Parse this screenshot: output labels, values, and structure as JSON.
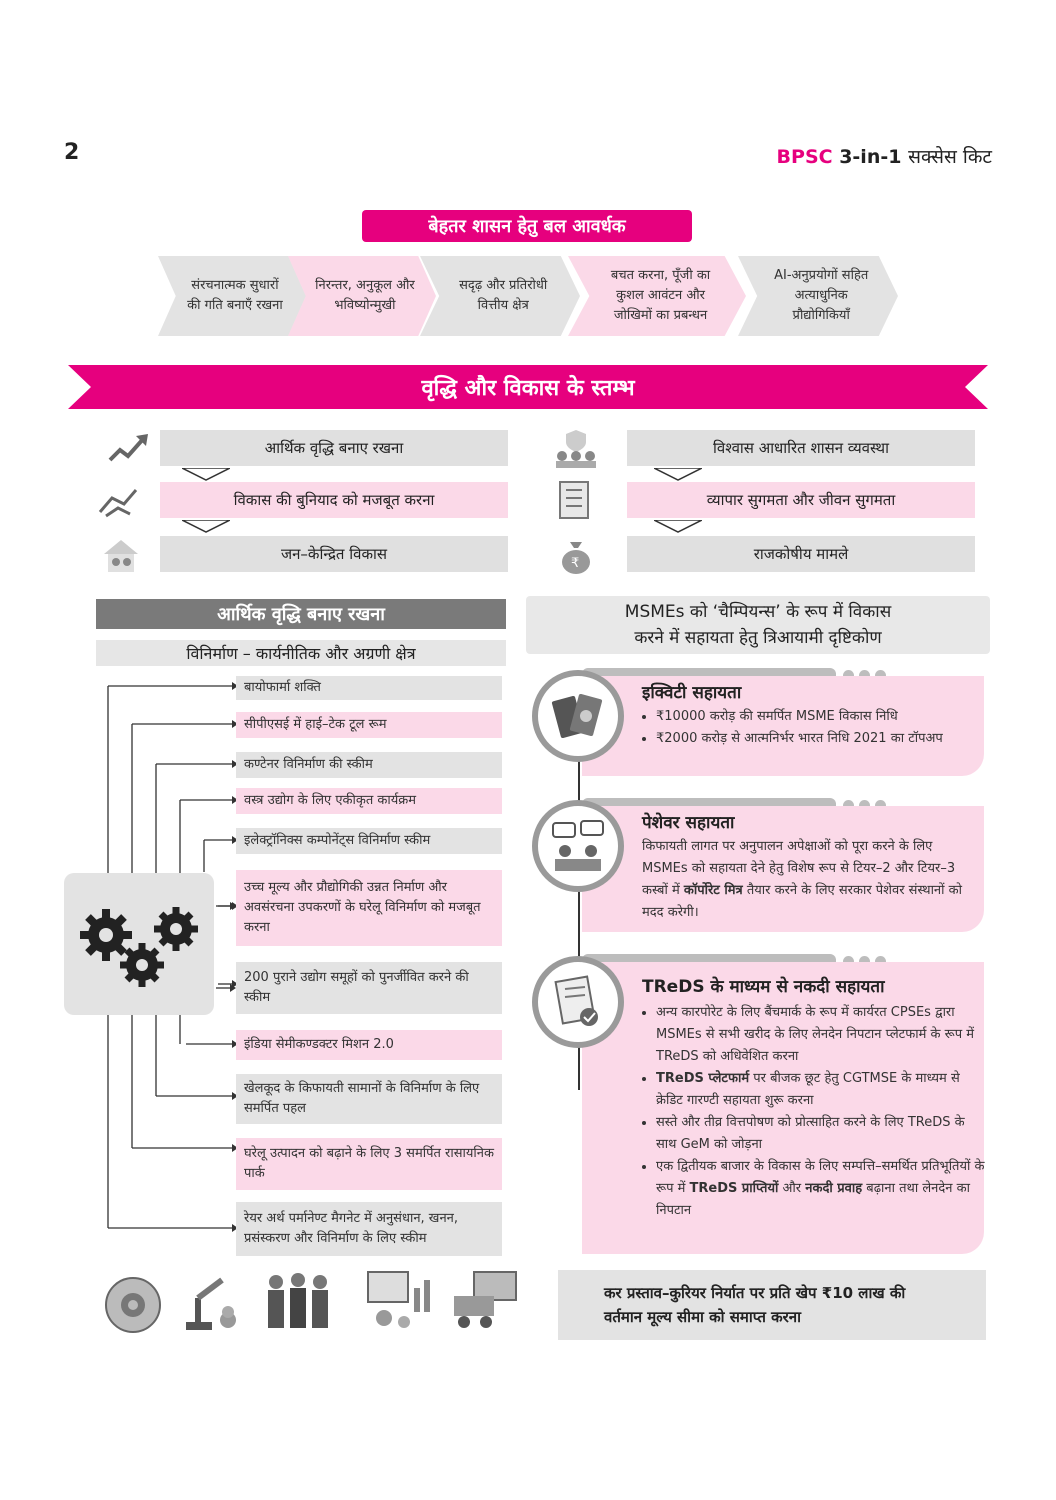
{
  "header": {
    "page_number": "2",
    "brand_1": "BPSC",
    "brand_2": "3-in-1",
    "brand_3": "सक्सेस किट"
  },
  "governance": {
    "title": "बेहतर शासन हेतु बल आवर्धक",
    "items": [
      "संरचनात्मक सुधारों की गति बनाएँ रखना",
      "निरन्तर, अनुकूल और भविष्योन्मुखी",
      "सदृढ़ और प्रतिरोधी वित्तीय क्षेत्र",
      "बचत करना, पूँजी का कुशल आवंटन और जोखिमों का प्रबन्धन",
      "AI-अनुप्रयोगों सहित अत्याधुनिक प्रौद्योगिकियाँ"
    ]
  },
  "pillars": {
    "title": "वृद्धि और विकास के स्तम्भ",
    "left": [
      "आर्थिक वृद्धि बनाए रखना",
      "विकास की बुनियाद को मजबूत करना",
      "जन–केन्द्रित विकास"
    ],
    "right": [
      "विश्वास आधारित शासन व्यवस्था",
      "व्यापार सुगमता और जीवन सुगमता",
      "राजकोषीय मामले"
    ]
  },
  "growth": {
    "title": "आर्थिक वृद्धि बनाए रखना",
    "subtitle": "विनिर्माण – कार्यनीतिक और अग्रणी क्षेत्र",
    "items": [
      "बायोफार्मा शक्ति",
      "सीपीएसई में हाई–टेक टूल रूम",
      "कण्टेनर विनिर्माण की स्कीम",
      "वस्त्र उद्योग के लिए एकीकृत कार्यक्रम",
      "इलेक्ट्रॉनिक्स कम्पोनेंट्स विनिर्माण स्कीम",
      "उच्च मूल्य और प्रौद्योगिकी उन्नत निर्माण और अवसंरचना उपकरणों के घरेलू विनिर्माण को मजबूत करना",
      "200 पुराने उद्योग समूहों को पुनर्जीवित करने की स्कीम",
      "इंडिया सेमीकण्डक्टर मिशन 2.0",
      "खेलकूद के किफायती सामानों के विनिर्माण के लिए समर्पित पहल",
      "घरेलू उत्पादन को बढ़ाने के लिए 3 समर्पित रासायनिक पार्क",
      "रेयर अर्थ पर्मानेण्ट मैगनेट में अनुसंधान, खनन, प्रसंस्करण और विनिर्माण के लिए स्कीम"
    ]
  },
  "msme": {
    "title_line1": "MSMEs को ‘चैम्पियन्स’ के रूप में विकास",
    "title_line2": "करने में सहायता हेतु त्रिआयामी दृष्टिकोण",
    "equity": {
      "title": "इक्विटी सहायता",
      "bullets": [
        "₹10000 करोड़ की समर्पित MSME विकास निधि",
        "₹2000 करोड़ से आत्मनिर्भर भारत निधि 2021 का टॉपअप"
      ]
    },
    "professional": {
      "title": "पेशेवर सहायता",
      "text_1": "किफायती लागत पर अनुपालन अपेक्षाओं को पूरा करने के लिए MSMEs को सहायता देने हेतु विशेष रूप से टियर–2 और टियर–3 कस्बों में ",
      "text_bold": "कॉर्पोरेट मित्र",
      "text_2": " तैयार करने के लिए सरकार पेशेवर संस्थानों को मदद करेगी।"
    },
    "treds": {
      "title": "TReDS के माध्यम से नकदी सहायता",
      "b1": "अन्य कारपोरेट के लिए बैंचमार्क के रूप में कार्यरत CPSEs द्वारा MSMEs से सभी खरीद के लिए लेनदेन निपटान प्लेटफार्म के रूप में TReDS को अधिवेशित करना",
      "b2_bold": "TReDS प्लेटफार्म",
      "b2_rest": " पर बीजक छूट हेतु CGTMSE के माध्यम से क्रेडिट गारण्टी सहायता शुरू करना",
      "b3": "सस्ते और तीव्र वित्तपोषण को प्रोत्साहित करने के लिए TReDS के साथ GeM को जोड़ना",
      "b4_1": "एक द्वितीयक बाजार के विकास के लिए सम्पत्ति–समर्थित प्रतिभूतियों के रूप में ",
      "b4_bold1": "TReDS प्राप्तियों",
      "b4_2": " और ",
      "b4_bold2": "नकदी प्रवाह",
      "b4_3": " बढ़ाना तथा लेनदेन का निपटान"
    }
  },
  "tax": {
    "line1": "कर प्रस्ताव–कुरियर निर्यात पर प्रति खेप ₹10 लाख की",
    "line2": "वर्तमान मूल्य सीमा को समाप्त करना"
  },
  "colors": {
    "accent": "#e6007e",
    "pink_light": "#fbd9e8",
    "gray_light": "#e3e3e3",
    "gray_dark": "#7a7a7a"
  }
}
